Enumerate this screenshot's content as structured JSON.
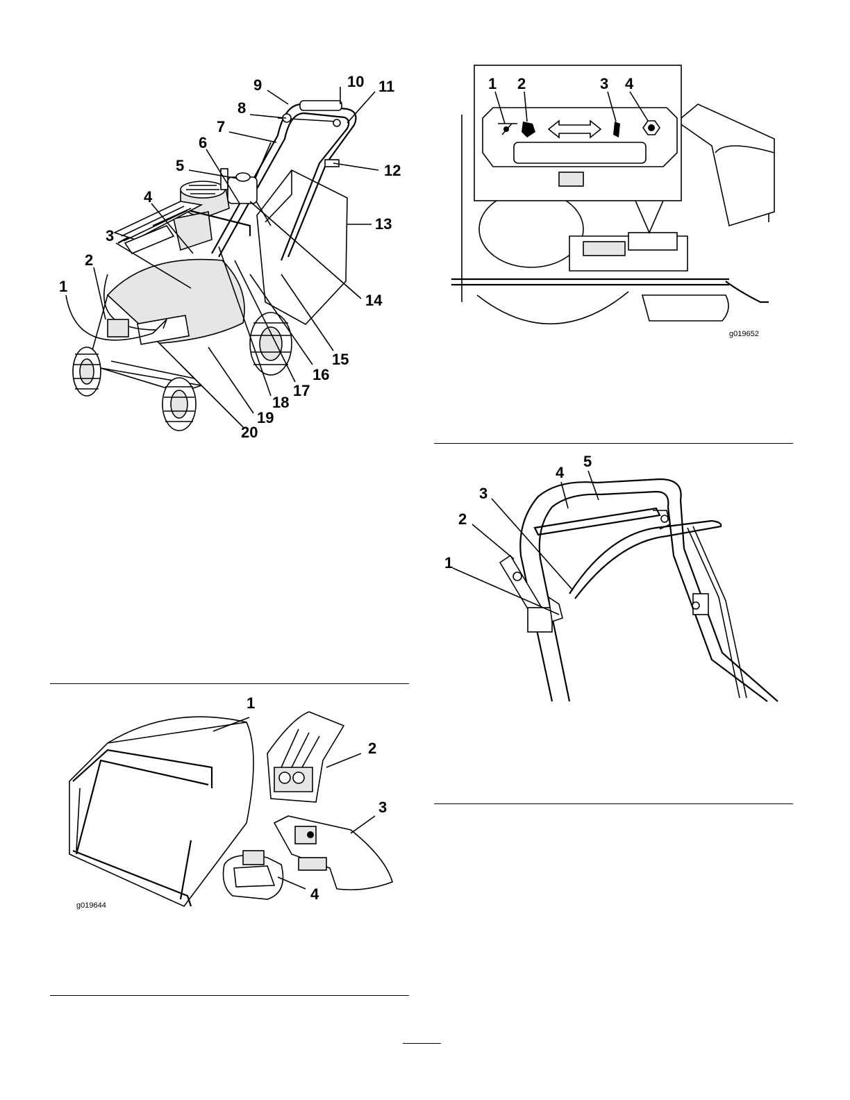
{
  "figure_mower": {
    "callouts": [
      {
        "n": "1"
      },
      {
        "n": "2"
      },
      {
        "n": "3"
      },
      {
        "n": "4"
      },
      {
        "n": "5"
      },
      {
        "n": "6"
      },
      {
        "n": "7"
      },
      {
        "n": "8"
      },
      {
        "n": "9"
      },
      {
        "n": "10"
      },
      {
        "n": "11"
      },
      {
        "n": "12"
      },
      {
        "n": "13"
      },
      {
        "n": "14"
      },
      {
        "n": "15"
      },
      {
        "n": "16"
      },
      {
        "n": "17"
      },
      {
        "n": "18"
      },
      {
        "n": "19"
      },
      {
        "n": "20"
      }
    ]
  },
  "figure_controls": {
    "callouts": [
      {
        "n": "1"
      },
      {
        "n": "2"
      },
      {
        "n": "3"
      },
      {
        "n": "4"
      }
    ],
    "code": "g019652"
  },
  "figure_handle": {
    "callouts": [
      {
        "n": "1"
      },
      {
        "n": "2"
      },
      {
        "n": "3"
      },
      {
        "n": "4"
      },
      {
        "n": "5"
      }
    ]
  },
  "figure_accessories": {
    "callouts": [
      {
        "n": "1"
      },
      {
        "n": "2"
      },
      {
        "n": "3"
      },
      {
        "n": "4"
      }
    ],
    "code": "g019644"
  }
}
